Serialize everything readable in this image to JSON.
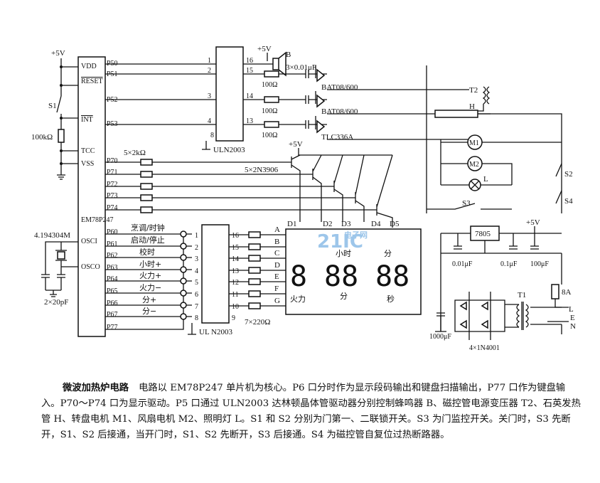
{
  "mcu": {
    "name": "EM78P247",
    "pins_left": [
      "VDD",
      "RESET",
      "INT",
      "TCC",
      "VSS",
      "OSCI",
      "OSCO"
    ],
    "pins_right": [
      "P50",
      "P51",
      "P52",
      "P53",
      "P70",
      "P71",
      "P72",
      "P73",
      "P74",
      "P60",
      "P61",
      "P62",
      "P63",
      "P64",
      "P65",
      "P66",
      "P67",
      "P77"
    ]
  },
  "power": {
    "vcc": "+5V",
    "vcc2": "+5V",
    "vcc3": "+5V"
  },
  "parts": {
    "s1": "S1",
    "r_reset": "100kΩ",
    "crystal": "4.194304M",
    "caps_osc": "2×20pF",
    "uln_top": "ULN2003",
    "uln_bottom": "UL N2003",
    "uln_top_pins_in": [
      "1",
      "2",
      "3",
      "4"
    ],
    "uln_top_pins_out": [
      "16",
      "15",
      "14",
      "13"
    ],
    "uln_top_gnd": "8",
    "uln_bot_pins_in": [
      "1",
      "2",
      "3",
      "4",
      "5",
      "6",
      "7",
      "8"
    ],
    "uln_bot_pins_out": [
      "16",
      "15",
      "14",
      "13",
      "12",
      "11",
      "10",
      "9"
    ],
    "buzzer": "B",
    "cap_triacs": "3×0.01μF",
    "r_triac": [
      "100Ω",
      "100Ω",
      "100Ω"
    ],
    "triacs": [
      "BAT08/600",
      "BAT08/600",
      "TLC336A"
    ],
    "t2": "T2",
    "heater": "H",
    "m1": "M1",
    "m2": "M2",
    "lamp": "L",
    "s2": "S2",
    "s3": "S3",
    "s4": "S4",
    "r_base": "5×2kΩ",
    "transistors": "5×2N3906",
    "digits": [
      "D1",
      "D2",
      "D3",
      "D4",
      "D5"
    ],
    "segments": [
      "A",
      "B",
      "C",
      "D",
      "E",
      "F",
      "G"
    ],
    "r_seg": "7×220Ω",
    "regulator": "7805",
    "c_reg": [
      "0.01μF",
      "0.1μF",
      "100μF"
    ],
    "c_bulk": "1000μF",
    "fuse": "8A",
    "transformer": "T1",
    "bridge": "4×1N4001",
    "mains": [
      "L",
      "E",
      "N"
    ]
  },
  "keys": [
    "烹调/时钟",
    "启动/停止",
    "校时",
    "小时+",
    "火力+",
    "火力−",
    "分+",
    "分−"
  ],
  "display": {
    "digits_shown": [
      "8",
      "88",
      "88"
    ],
    "labels": [
      "小时",
      "分",
      "火力",
      "分",
      "秒"
    ]
  },
  "watermark": {
    "brand": "21IC",
    "cn": "电子网"
  },
  "caption": {
    "title": "微波加热炉电路",
    "body": "电路以 EM78P247 单片机为核心。P6 口分时作为显示段码输出和键盘扫描输出，P77 口作为键盘输入。P70～P74 口为显示驱动。P5 口通过 ULN2003 达林顿晶体管驱动器分别控制蜂鸣器 B、磁控管电源变压器 T2、石英发热管 H、转盘电机 M1、风扇电机 M2、照明灯 L。S1 和 S2 分别为门第一、二联锁开关。S3 为门监控开关。关门时，S3 先断开，S1、S2 后接通，当开门时，S1、S2 先断开，S3 后接通。S4 为磁控管自复位过热断路器。"
  }
}
